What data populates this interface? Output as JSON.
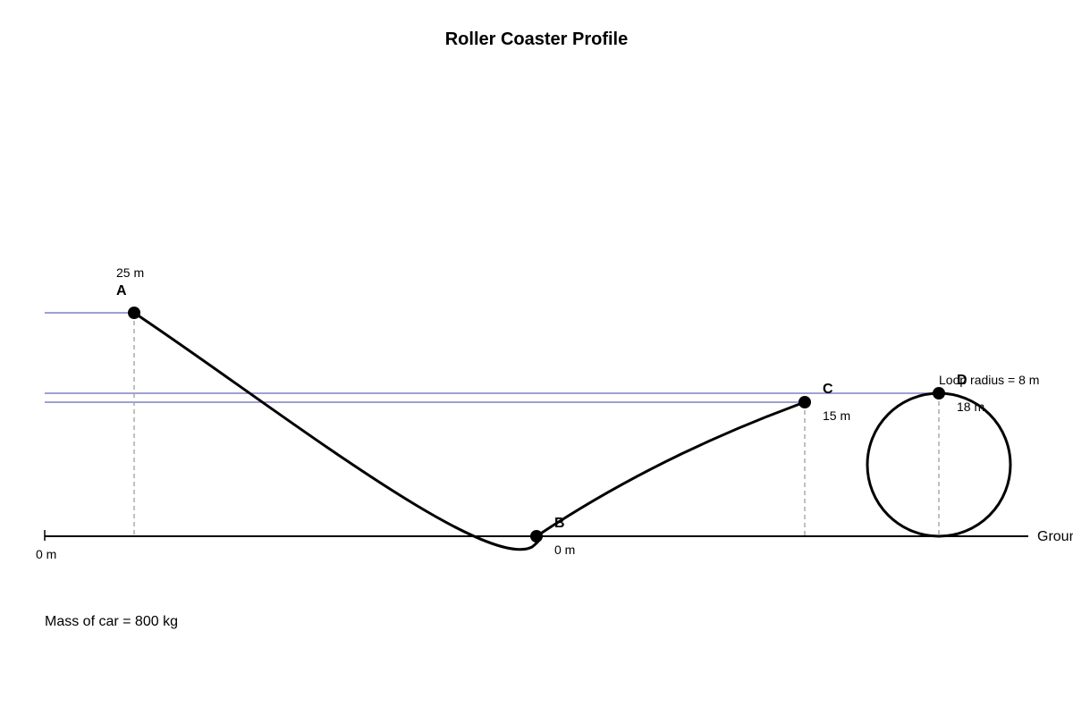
{
  "title": "Roller Coaster Profile",
  "points": {
    "A": {
      "label": "A",
      "height": "25 m"
    },
    "B": {
      "label": "B",
      "height": "0 m"
    },
    "C": {
      "label": "C",
      "height": "15 m"
    },
    "D": {
      "label": "D",
      "height": "18 m"
    }
  },
  "ground_label": "Ground",
  "ground_zero": "0 m",
  "loop_label": "Loop radius = 8 m",
  "mass_label": "Mass of car = 800 kg",
  "colors": {
    "track": "#000000",
    "reference_line": "#8080c0",
    "marker_line": "#aaaaaa",
    "point": "#000000"
  }
}
